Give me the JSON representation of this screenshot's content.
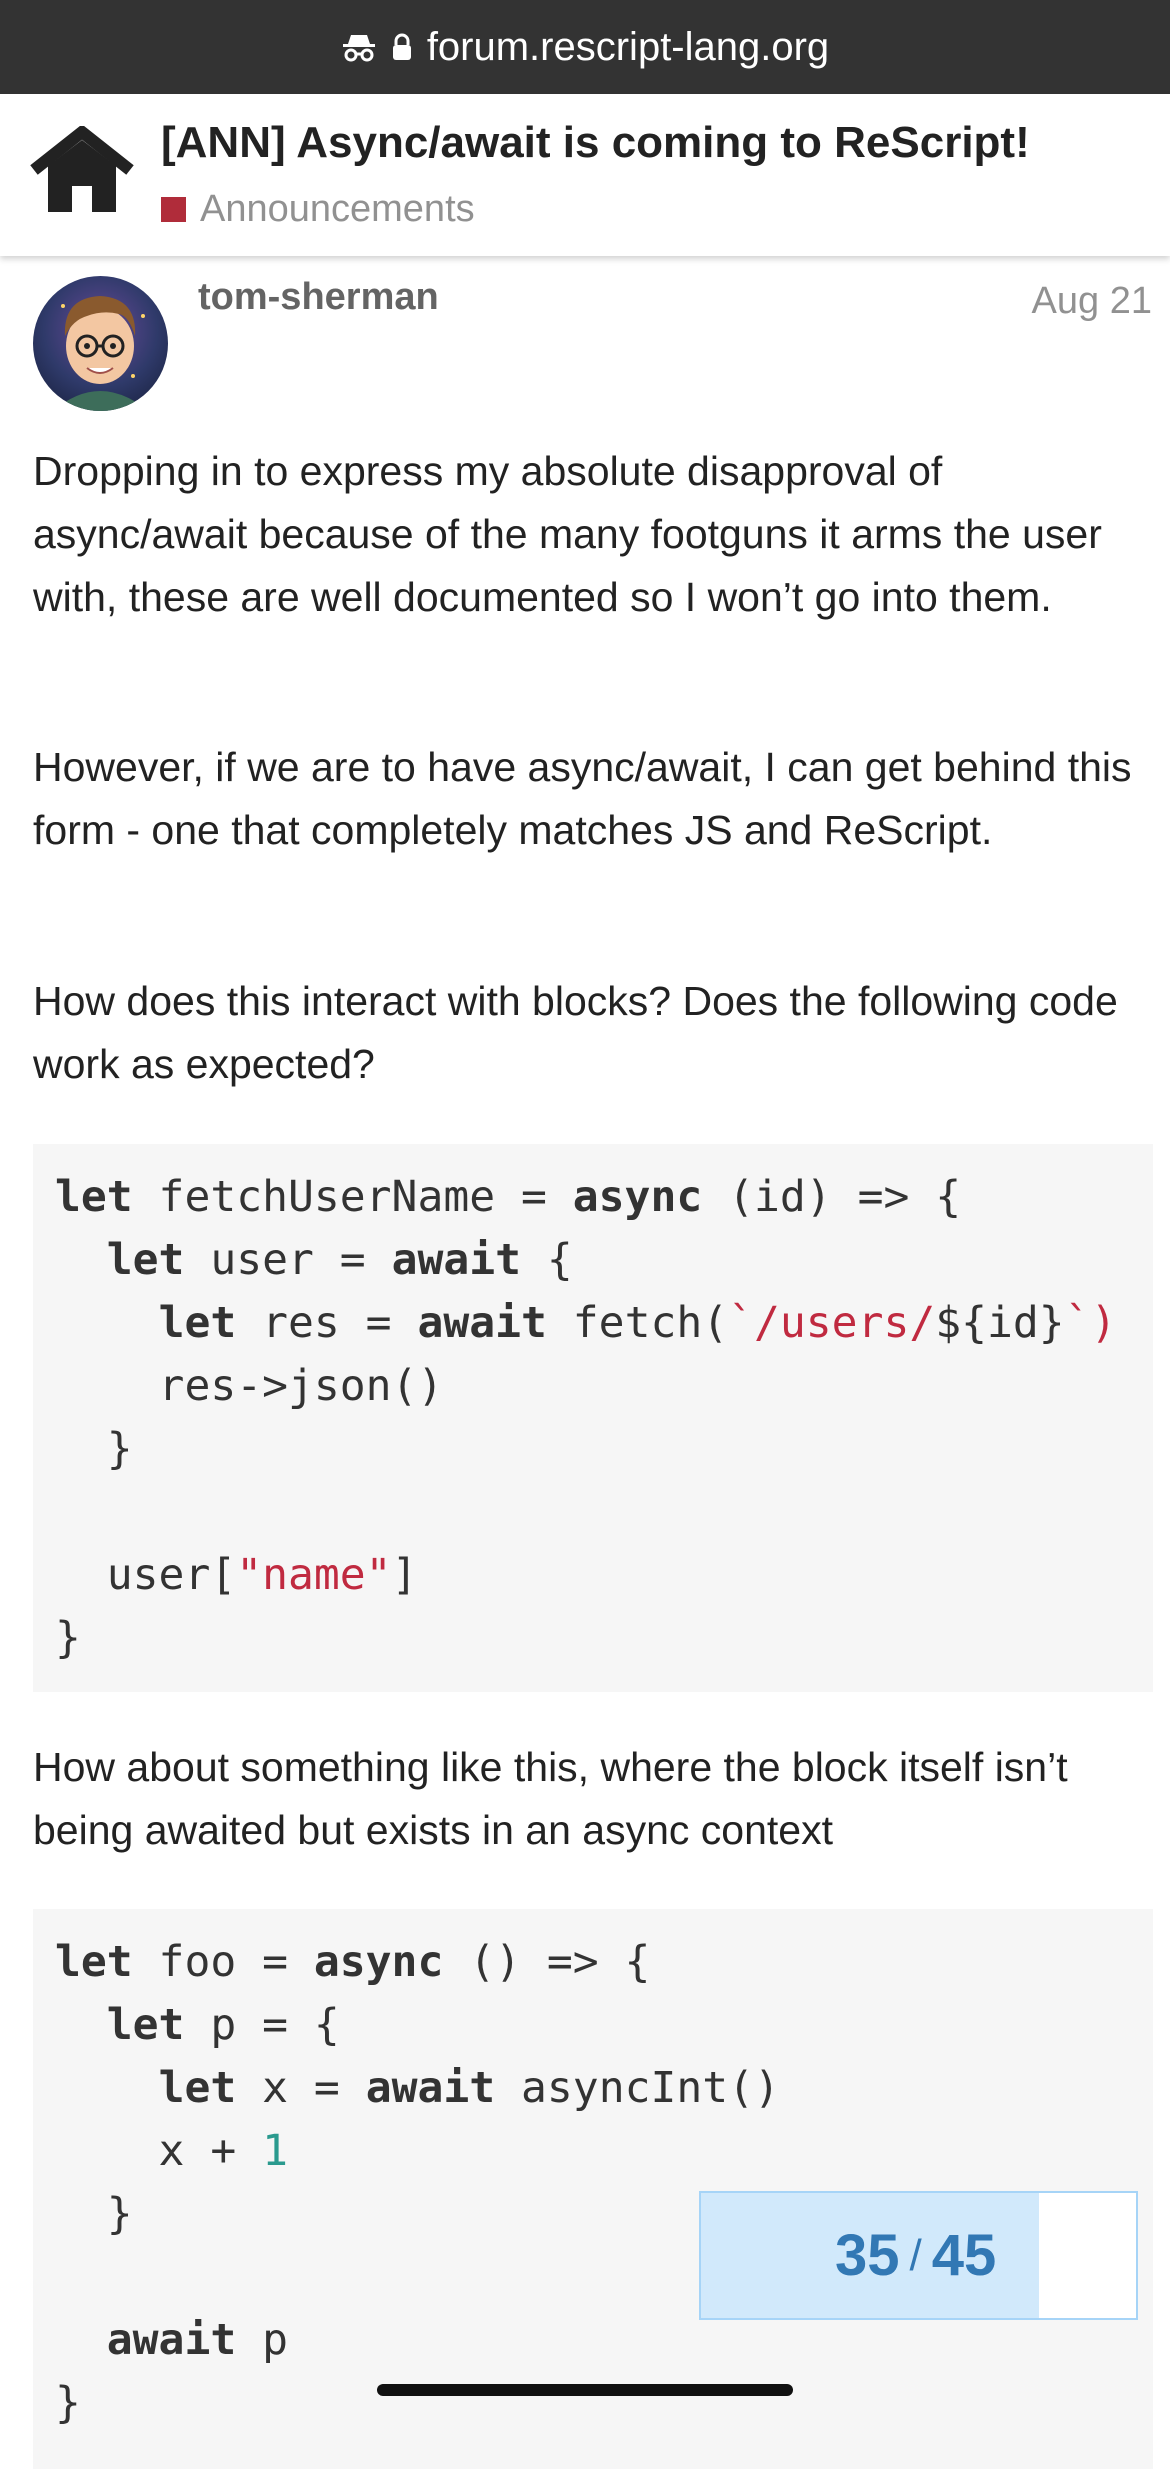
{
  "browser": {
    "url": "forum.rescript-lang.org"
  },
  "topic": {
    "title": "[ANN] Async/await is coming to ReScript!",
    "category": "Announcements",
    "category_color": "#b02c3a"
  },
  "post": {
    "username": "tom-sherman",
    "date": "Aug 21",
    "paragraphs": [
      "Dropping in to express my absolute disapproval of async/await because of the many footguns it arms the user with, these are well documented so I won’t go into them.",
      "However, if we are to have async/await, I can get behind this form - one that completely matches JS and ReScript.",
      "How does this interact with blocks? Does the following code work as expected?",
      "How about something like this, where the block itself isn’t being awaited but exists in an async context"
    ],
    "code1": [
      "let fetchUserName = async (id) => {",
      "  let user = await {",
      "    let res = await fetch(`/users/${id}`)",
      "    res->json()",
      "  }",
      "",
      "  user[\"name\"]",
      "}"
    ],
    "code2": [
      "let foo = async () => {",
      "  let p = {",
      "    let x = await asyncInt()",
      "    x + 1",
      "  }",
      "",
      "  await p",
      "}"
    ]
  },
  "progress": {
    "current": "35",
    "separator": "/",
    "total": "45",
    "fraction": 0.7778
  }
}
